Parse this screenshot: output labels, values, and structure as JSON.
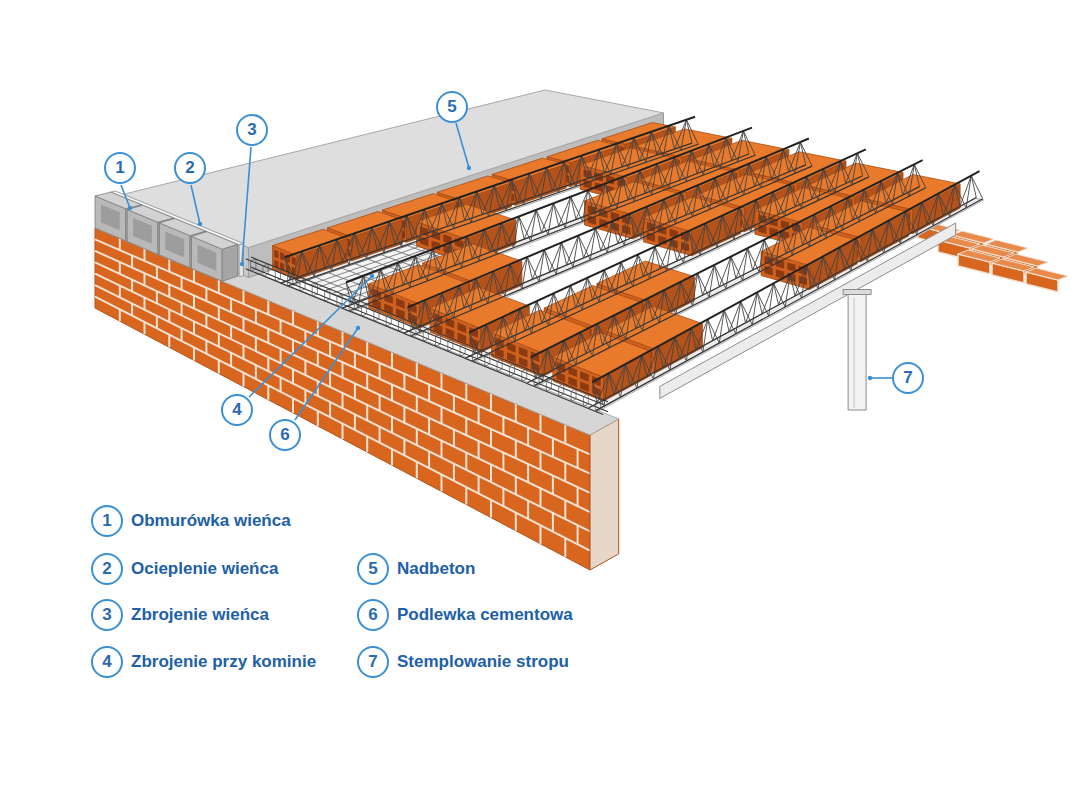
{
  "diagram": {
    "labels": [
      "1",
      "2",
      "3",
      "4",
      "5",
      "6",
      "7",
      "1",
      "2",
      "3",
      "4",
      "5",
      "6",
      "7"
    ],
    "legend": [
      {
        "text": "Obmurówka wieńca"
      },
      {
        "text": "Ocieplenie wieńca"
      },
      {
        "text": "Zbrojenie wieńca"
      },
      {
        "text": "Zbrojenie przy kominie"
      },
      {
        "text": "Nadbeton"
      },
      {
        "text": "Podlewka cementowa"
      },
      {
        "text": "Stemplowanie stropu"
      }
    ]
  }
}
